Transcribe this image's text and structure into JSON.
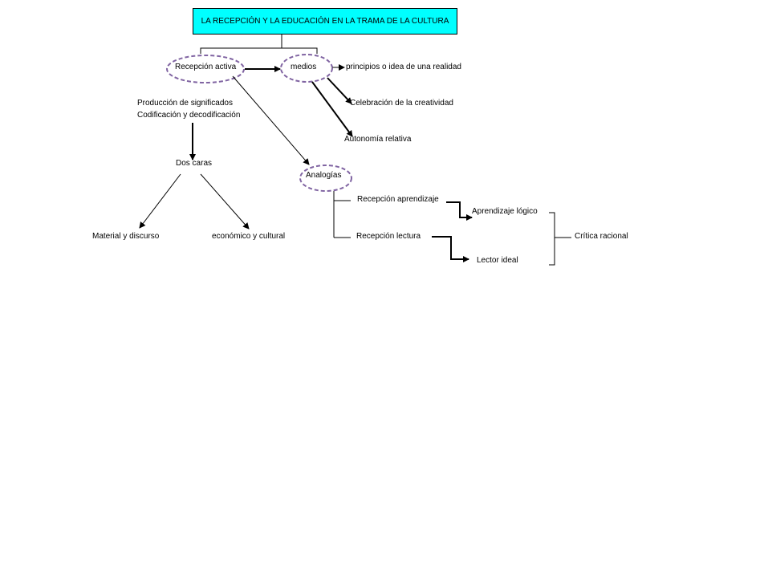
{
  "title": "LA RECEPCIÓN Y LA EDUCACIÓN EN LA TRAMA DE LA CULTURA",
  "colors": {
    "title_fill": "#00ffff",
    "ellipse_stroke": "#8064a2",
    "line": "#000000"
  },
  "nodes": {
    "recepcion_activa": "Recepción activa",
    "medios": "medios",
    "principios": "principios o idea de una realidad",
    "celebracion": "Celebración de la creatividad",
    "autonomia": "Autonomía relativa",
    "produccion": "Producción de significados",
    "codificacion": "Codificación y decodificación",
    "dos_caras": "Dos caras",
    "material": "Material y discurso",
    "economico": "económico y cultural",
    "analogias": "Analogías",
    "recepcion_aprendizaje": "Recepción  aprendizaje",
    "recepcion_lectura": "Recepción lectura",
    "aprendizaje_logico": "Aprendizaje lógico",
    "lector_ideal": "Lector ideal",
    "critica_racional": "Crítica racional"
  }
}
